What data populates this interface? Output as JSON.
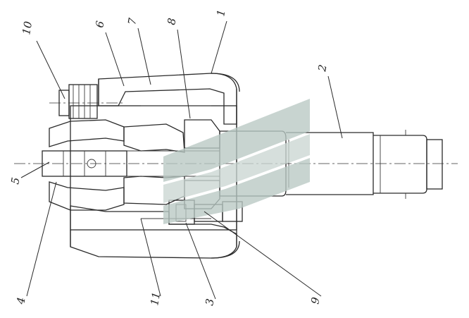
{
  "drawing": {
    "callouts": [
      {
        "id": "c10",
        "label": "10"
      },
      {
        "id": "c6",
        "label": "6"
      },
      {
        "id": "c7",
        "label": "7"
      },
      {
        "id": "c8",
        "label": "8"
      },
      {
        "id": "c1",
        "label": "1"
      },
      {
        "id": "c2",
        "label": "2"
      },
      {
        "id": "c5",
        "label": "5"
      },
      {
        "id": "c4",
        "label": "4"
      },
      {
        "id": "c11",
        "label": "11"
      },
      {
        "id": "c3",
        "label": "3"
      },
      {
        "id": "c9",
        "label": "9"
      }
    ],
    "colors": {
      "ink": "#2a2a2a",
      "watermark": "#b9c9c4",
      "background": "#ffffff"
    },
    "watermark_icon": "chevron-logo-watermark"
  }
}
